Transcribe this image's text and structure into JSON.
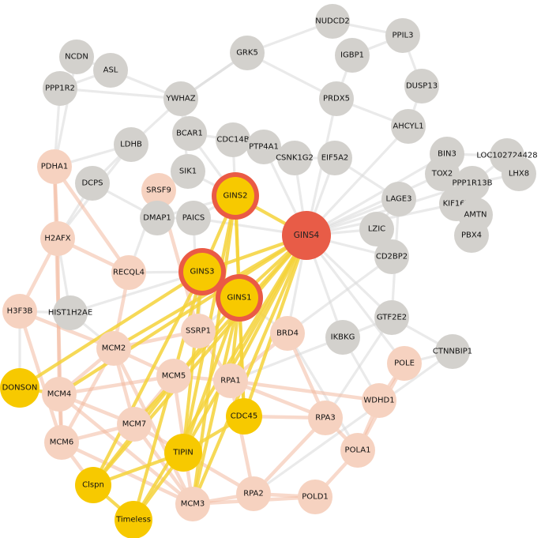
{
  "palette": {
    "grey_node": "#d3d1cd",
    "peach_node": "#f6d2c0",
    "gold_node": "#f7c900",
    "hub_ring": "#ea5a45",
    "hub_fill": "#e85c47",
    "edge_grey": "#d9d9d9",
    "edge_peach": "#f3b9a0",
    "edge_gold": "#f4d23a"
  },
  "network": {
    "nodes": [
      {
        "id": "NUDCD2",
        "group": "grey"
      },
      {
        "id": "PPIL3",
        "group": "grey"
      },
      {
        "id": "NCDN",
        "group": "grey"
      },
      {
        "id": "ASL",
        "group": "grey"
      },
      {
        "id": "GRK5",
        "group": "grey"
      },
      {
        "id": "IGBP1",
        "group": "grey"
      },
      {
        "id": "PPP1R2",
        "group": "grey"
      },
      {
        "id": "DUSP13",
        "group": "grey"
      },
      {
        "id": "YWHAZ",
        "group": "grey"
      },
      {
        "id": "PRDX5",
        "group": "grey"
      },
      {
        "id": "AHCYL1",
        "group": "grey"
      },
      {
        "id": "LDHB",
        "group": "grey"
      },
      {
        "id": "BCAR1",
        "group": "grey"
      },
      {
        "id": "CDC14B",
        "group": "grey"
      },
      {
        "id": "PTP4A1",
        "group": "grey"
      },
      {
        "id": "CSNK1G2",
        "group": "grey"
      },
      {
        "id": "EIF5A2",
        "group": "grey"
      },
      {
        "id": "BIN3",
        "group": "grey"
      },
      {
        "id": "LOC102724428",
        "group": "grey"
      },
      {
        "id": "PDHA1",
        "group": "peach"
      },
      {
        "id": "DCPS",
        "group": "grey"
      },
      {
        "id": "SIK1",
        "group": "grey"
      },
      {
        "id": "SRSF9",
        "group": "peach"
      },
      {
        "id": "TOX2",
        "group": "grey"
      },
      {
        "id": "PPP1R13B",
        "group": "grey"
      },
      {
        "id": "LHX8",
        "group": "grey"
      },
      {
        "id": "GINS2",
        "group": "hub-ring"
      },
      {
        "id": "DMAP1",
        "group": "grey"
      },
      {
        "id": "PAICS",
        "group": "grey"
      },
      {
        "id": "LAGE3",
        "group": "grey"
      },
      {
        "id": "KIF16B",
        "group": "grey"
      },
      {
        "id": "AMTN",
        "group": "grey"
      },
      {
        "id": "GINS4",
        "group": "hub"
      },
      {
        "id": "H2AFX",
        "group": "peach"
      },
      {
        "id": "LZIC",
        "group": "grey"
      },
      {
        "id": "PBX4",
        "group": "grey"
      },
      {
        "id": "CD2BP2",
        "group": "grey"
      },
      {
        "id": "RECQL4",
        "group": "peach"
      },
      {
        "id": "GINS3",
        "group": "hub-ring"
      },
      {
        "id": "GINS1",
        "group": "hub-ring"
      },
      {
        "id": "H3F3B",
        "group": "peach"
      },
      {
        "id": "HIST1H2AE",
        "group": "grey"
      },
      {
        "id": "SSRP1",
        "group": "peach"
      },
      {
        "id": "BRD4",
        "group": "peach"
      },
      {
        "id": "IKBKG",
        "group": "grey"
      },
      {
        "id": "GTF2E2",
        "group": "grey"
      },
      {
        "id": "MCM2",
        "group": "peach"
      },
      {
        "id": "CTNNBIP1",
        "group": "grey"
      },
      {
        "id": "POLE",
        "group": "peach"
      },
      {
        "id": "MCM5",
        "group": "peach"
      },
      {
        "id": "RPA1",
        "group": "peach"
      },
      {
        "id": "DONSON",
        "group": "gold"
      },
      {
        "id": "MCM4",
        "group": "peach"
      },
      {
        "id": "WDHD1",
        "group": "peach"
      },
      {
        "id": "CDC45",
        "group": "gold"
      },
      {
        "id": "MCM7",
        "group": "peach"
      },
      {
        "id": "RPA3",
        "group": "peach"
      },
      {
        "id": "MCM6",
        "group": "peach"
      },
      {
        "id": "TIPIN",
        "group": "gold"
      },
      {
        "id": "POLA1",
        "group": "peach"
      },
      {
        "id": "Clspn",
        "group": "gold"
      },
      {
        "id": "RPA2",
        "group": "peach"
      },
      {
        "id": "POLD1",
        "group": "peach"
      },
      {
        "id": "MCM3",
        "group": "peach"
      },
      {
        "id": "Timeless",
        "group": "gold"
      }
    ],
    "edges": [
      [
        "GINS4",
        "GINS2",
        "gold"
      ],
      [
        "GINS4",
        "GINS3",
        "gold"
      ],
      [
        "GINS4",
        "GINS1",
        "gold"
      ],
      [
        "GINS4",
        "CDC45",
        "gold"
      ],
      [
        "GINS4",
        "TIPIN",
        "gold"
      ],
      [
        "GINS4",
        "MCM4",
        "gold"
      ],
      [
        "GINS4",
        "MCM2",
        "gold"
      ],
      [
        "GINS4",
        "MCM3",
        "gold"
      ],
      [
        "GINS4",
        "Clspn",
        "gold"
      ],
      [
        "GINS4",
        "Timeless",
        "gold"
      ],
      [
        "GINS4",
        "MCM7",
        "gold"
      ],
      [
        "GINS4",
        "RPA1",
        "gold"
      ],
      [
        "GINS2",
        "GINS3",
        "gold"
      ],
      [
        "GINS2",
        "GINS1",
        "gold"
      ],
      [
        "GINS2",
        "TIPIN",
        "gold"
      ],
      [
        "GINS2",
        "CDC45",
        "gold"
      ],
      [
        "GINS2",
        "MCM3",
        "gold"
      ],
      [
        "GINS3",
        "GINS1",
        "gold"
      ],
      [
        "GINS3",
        "DONSON",
        "gold"
      ],
      [
        "GINS3",
        "Clspn",
        "gold"
      ],
      [
        "GINS3",
        "TIPIN",
        "gold"
      ],
      [
        "GINS3",
        "Timeless",
        "gold"
      ],
      [
        "GINS1",
        "CDC45",
        "gold"
      ],
      [
        "GINS1",
        "TIPIN",
        "gold"
      ],
      [
        "GINS1",
        "MCM3",
        "gold"
      ],
      [
        "GINS1",
        "Clspn",
        "gold"
      ],
      [
        "GINS1",
        "RPA1",
        "gold"
      ],
      [
        "TIPIN",
        "Clspn",
        "gold"
      ],
      [
        "TIPIN",
        "Timeless",
        "gold"
      ],
      [
        "TIPIN",
        "CDC45",
        "gold"
      ],
      [
        "Clspn",
        "Timeless",
        "gold"
      ],
      [
        "DONSON",
        "MCM4",
        "gold"
      ],
      [
        "MCM2",
        "MCM4",
        "peach"
      ],
      [
        "MCM2",
        "MCM5",
        "peach"
      ],
      [
        "MCM2",
        "MCM6",
        "peach"
      ],
      [
        "MCM2",
        "MCM7",
        "peach"
      ],
      [
        "MCM2",
        "MCM3",
        "peach"
      ],
      [
        "MCM4",
        "MCM6",
        "peach"
      ],
      [
        "MCM4",
        "MCM7",
        "peach"
      ],
      [
        "MCM4",
        "MCM3",
        "peach"
      ],
      [
        "MCM4",
        "MCM5",
        "peach"
      ],
      [
        "MCM5",
        "MCM7",
        "peach"
      ],
      [
        "MCM5",
        "MCM3",
        "peach"
      ],
      [
        "MCM6",
        "MCM7",
        "peach"
      ],
      [
        "MCM6",
        "MCM3",
        "peach"
      ],
      [
        "MCM7",
        "MCM3",
        "peach"
      ],
      [
        "RPA1",
        "RPA2",
        "peach"
      ],
      [
        "RPA1",
        "RPA3",
        "peach"
      ],
      [
        "RPA2",
        "RPA3",
        "peach"
      ],
      [
        "RPA2",
        "POLD1",
        "peach"
      ],
      [
        "RPA3",
        "POLA1",
        "peach"
      ],
      [
        "POLA1",
        "WDHD1",
        "peach"
      ],
      [
        "POLE",
        "WDHD1",
        "peach"
      ],
      [
        "POLE",
        "POLA1",
        "peach"
      ],
      [
        "WDHD1",
        "RPA1",
        "peach"
      ],
      [
        "POLD1",
        "POLA1",
        "peach"
      ],
      [
        "SSRP1",
        "MCM2",
        "peach"
      ],
      [
        "SSRP1",
        "RPA1",
        "peach"
      ],
      [
        "BRD4",
        "RPA1",
        "peach"
      ],
      [
        "RECQL4",
        "MCM2",
        "peach"
      ],
      [
        "RECQL4",
        "H2AFX",
        "peach"
      ],
      [
        "H2AFX",
        "H3F3B",
        "peach"
      ],
      [
        "H2AFX",
        "MCM4",
        "peach"
      ],
      [
        "PDHA1",
        "H2AFX",
        "peach"
      ],
      [
        "PDHA1",
        "RECQL4",
        "peach"
      ],
      [
        "SRSF9",
        "SSRP1",
        "peach"
      ],
      [
        "H3F3B",
        "MCM2",
        "peach"
      ],
      [
        "MCM3",
        "RPA2",
        "peach"
      ],
      [
        "MCM5",
        "RPA1",
        "peach"
      ],
      [
        "MCM7",
        "RPA2",
        "peach"
      ],
      [
        "MCM6",
        "Clspn",
        "peach"
      ],
      [
        "POLD1",
        "MCM3",
        "peach"
      ],
      [
        "CDC45",
        "RPA3",
        "peach"
      ],
      [
        "BRD4",
        "RPA3",
        "peach"
      ],
      [
        "PDHA1",
        "MCM6",
        "peach"
      ],
      [
        "H3F3B",
        "MCM6",
        "peach"
      ],
      [
        "GINS4",
        "LAGE3",
        "grey"
      ],
      [
        "GINS4",
        "LZIC",
        "grey"
      ],
      [
        "GINS4",
        "CD2BP2",
        "grey"
      ],
      [
        "GINS4",
        "PRDX5",
        "grey"
      ],
      [
        "GINS4",
        "EIF5A2",
        "grey"
      ],
      [
        "GINS4",
        "CSNK1G2",
        "grey"
      ],
      [
        "GINS4",
        "PTP4A1",
        "grey"
      ],
      [
        "GINS4",
        "BRD4",
        "grey"
      ],
      [
        "GINS4",
        "IKBKG",
        "grey"
      ],
      [
        "GINS4",
        "GTF2E2",
        "grey"
      ],
      [
        "GINS4",
        "TOX2",
        "grey"
      ],
      [
        "GINS4",
        "PPP1R13B",
        "grey"
      ],
      [
        "GINS4",
        "KIF16B",
        "grey"
      ],
      [
        "GINS4",
        "BIN3",
        "grey"
      ],
      [
        "GINS4",
        "AHCYL1",
        "grey"
      ],
      [
        "GINS4",
        "PAICS",
        "grey"
      ],
      [
        "GINS4",
        "POLE",
        "grey"
      ],
      [
        "GINS2",
        "SIK1",
        "grey"
      ],
      [
        "GINS2",
        "CDC14B",
        "grey"
      ],
      [
        "GINS2",
        "BCAR1",
        "grey"
      ],
      [
        "GINS2",
        "PAICS",
        "grey"
      ],
      [
        "GINS2",
        "DMAP1",
        "grey"
      ],
      [
        "GINS3",
        "RECQL4",
        "grey"
      ],
      [
        "GINS3",
        "HIST1H2AE",
        "grey"
      ],
      [
        "GINS3",
        "SSRP1",
        "grey"
      ],
      [
        "GINS1",
        "BRD4",
        "grey"
      ],
      [
        "GINS1",
        "SSRP1",
        "grey"
      ],
      [
        "NUDCD2",
        "PPIL3",
        "grey"
      ],
      [
        "NUDCD2",
        "GRK5",
        "grey"
      ],
      [
        "PPIL3",
        "IGBP1",
        "grey"
      ],
      [
        "PPIL3",
        "DUSP13",
        "grey"
      ],
      [
        "NCDN",
        "ASL",
        "grey"
      ],
      [
        "ASL",
        "PPP1R2",
        "grey"
      ],
      [
        "ASL",
        "YWHAZ",
        "grey"
      ],
      [
        "PPP1R2",
        "YWHAZ",
        "grey"
      ],
      [
        "GRK5",
        "YWHAZ",
        "grey"
      ],
      [
        "IGBP1",
        "PRDX5",
        "grey"
      ],
      [
        "PRDX5",
        "AHCYL1",
        "grey"
      ],
      [
        "DUSP13",
        "AHCYL1",
        "grey"
      ],
      [
        "YWHAZ",
        "BCAR1",
        "grey"
      ],
      [
        "YWHAZ",
        "LDHB",
        "grey"
      ],
      [
        "YWHAZ",
        "SIK1",
        "grey"
      ],
      [
        "BCAR1",
        "CDC14B",
        "grey"
      ],
      [
        "CDC14B",
        "PTP4A1",
        "grey"
      ],
      [
        "PTP4A1",
        "CSNK1G2",
        "grey"
      ],
      [
        "CSNK1G2",
        "EIF5A2",
        "grey"
      ],
      [
        "LDHB",
        "DCPS",
        "grey"
      ],
      [
        "LDHB",
        "PDHA1",
        "grey"
      ],
      [
        "DCPS",
        "DMAP1",
        "grey"
      ],
      [
        "SIK1",
        "SRSF9",
        "grey"
      ],
      [
        "DMAP1",
        "PAICS",
        "grey"
      ],
      [
        "BIN3",
        "TOX2",
        "grey"
      ],
      [
        "BIN3",
        "LOC102724428",
        "grey"
      ],
      [
        "TOX2",
        "PPP1R13B",
        "grey"
      ],
      [
        "PPP1R13B",
        "LHX8",
        "grey"
      ],
      [
        "PPP1R13B",
        "LOC102724428",
        "grey"
      ],
      [
        "KIF16B",
        "AMTN",
        "grey"
      ],
      [
        "AMTN",
        "PBX4",
        "grey"
      ],
      [
        "LAGE3",
        "LZIC",
        "grey"
      ],
      [
        "LZIC",
        "CD2BP2",
        "grey"
      ],
      [
        "GTF2E2",
        "IKBKG",
        "grey"
      ],
      [
        "GTF2E2",
        "CTNNBIP1",
        "grey"
      ],
      [
        "CTNNBIP1",
        "POLE",
        "grey"
      ],
      [
        "IKBKG",
        "RPA1",
        "grey"
      ],
      [
        "HIST1H2AE",
        "H3F3B",
        "grey"
      ],
      [
        "HIST1H2AE",
        "H2AFX",
        "grey"
      ],
      [
        "HIST1H2AE",
        "MCM2",
        "grey"
      ],
      [
        "DCPS",
        "H2AFX",
        "grey"
      ],
      [
        "NCDN",
        "PDHA1",
        "grey"
      ],
      [
        "PPP1R2",
        "PDHA1",
        "grey"
      ],
      [
        "LDHB",
        "H2AFX",
        "grey"
      ],
      [
        "YWHAZ",
        "GRK5",
        "grey"
      ],
      [
        "GRK5",
        "PRDX5",
        "grey"
      ],
      [
        "EIF5A2",
        "LAGE3",
        "grey"
      ],
      [
        "CD2BP2",
        "BRD4",
        "grey"
      ],
      [
        "GTF2E2",
        "RPA3",
        "grey"
      ],
      [
        "IKBKG",
        "WDHD1",
        "grey"
      ],
      [
        "H3F3B",
        "DONSON",
        "grey"
      ],
      [
        "PAICS",
        "SSRP1",
        "grey"
      ],
      [
        "SRSF9",
        "RECQL4",
        "grey"
      ],
      [
        "BRD4",
        "POLA1",
        "grey"
      ],
      [
        "LAGE3",
        "GTF2E2",
        "grey"
      ],
      [
        "CTNNBIP1",
        "RPA2",
        "grey"
      ]
    ]
  }
}
